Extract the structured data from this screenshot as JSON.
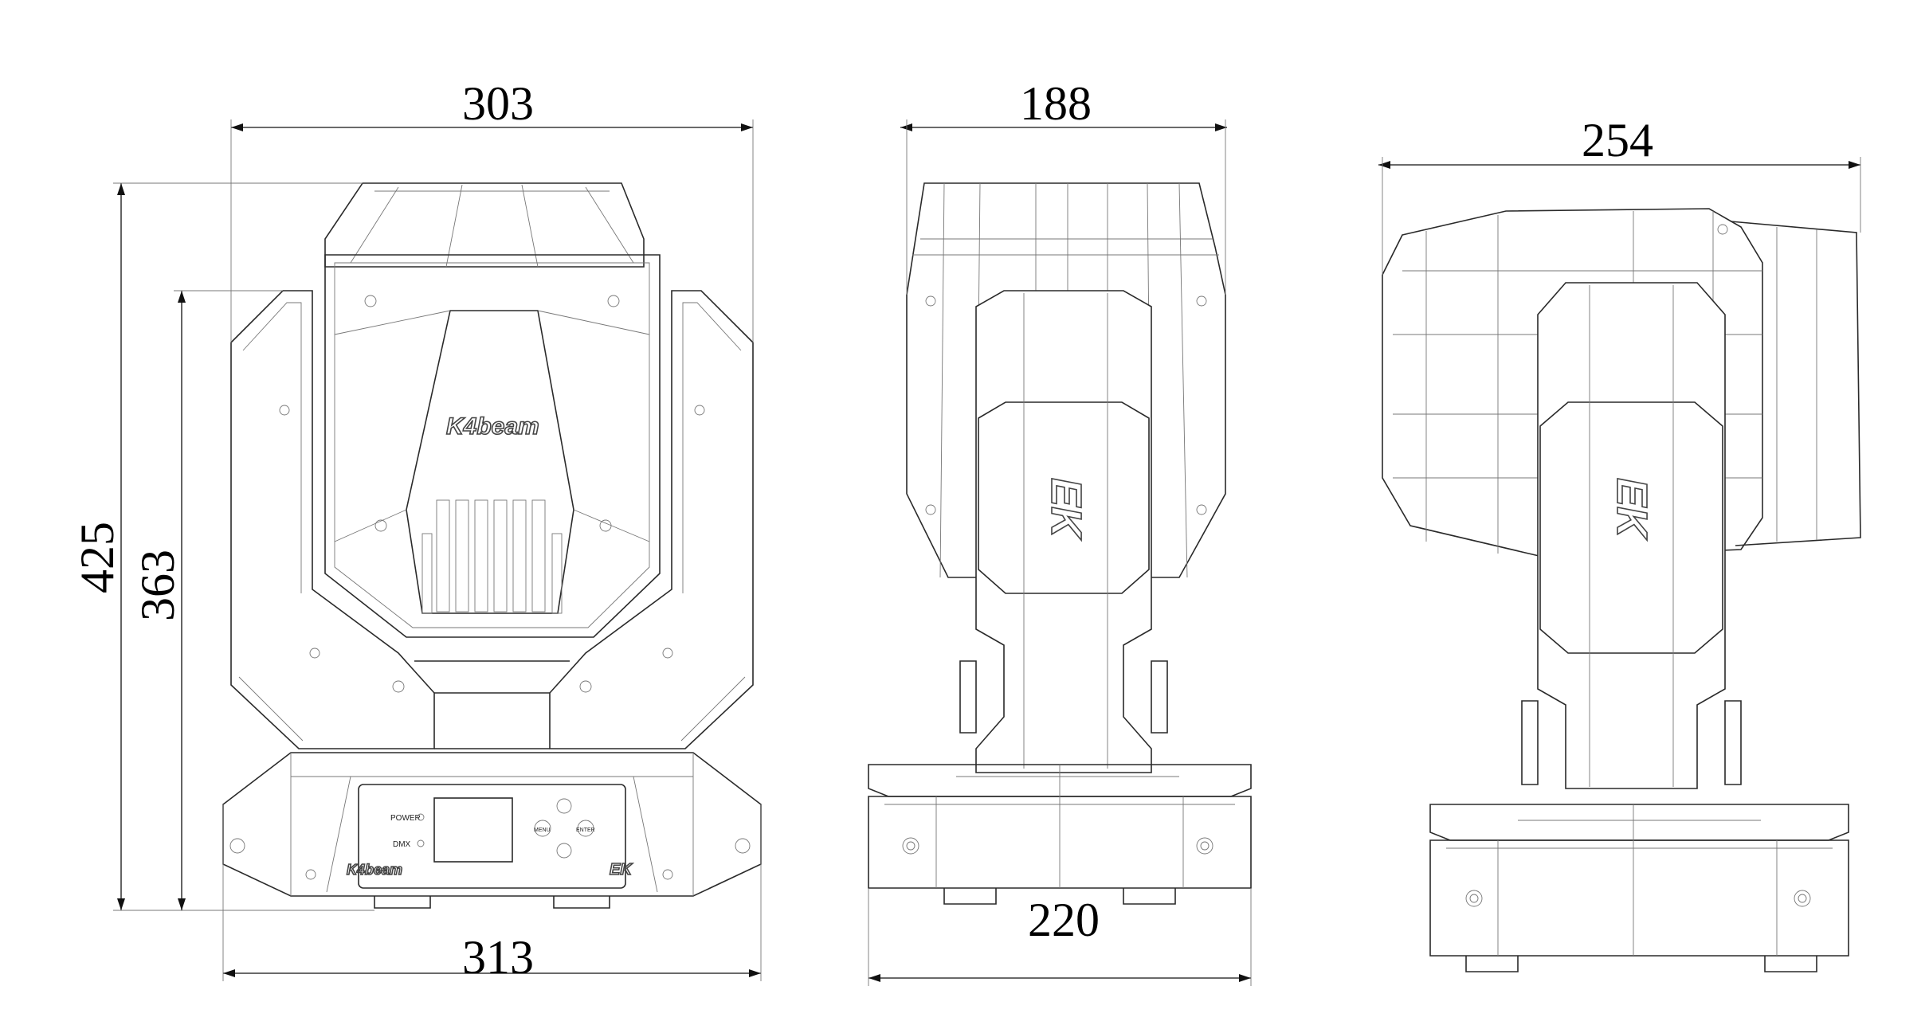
{
  "dimensions": {
    "front_head_width": "303",
    "front_base_width": "313",
    "front_total_height": "425",
    "front_yoke_height": "363",
    "side_head_depth": "188",
    "side_base_depth": "220",
    "tilted_head_length": "254"
  },
  "labels": {
    "front_logo": "K4beam",
    "panel_logo": "K4beam",
    "power_label": "POWER",
    "dmx_label": "DMX",
    "menu_button": "MENU",
    "enter_button": "ENTER",
    "brand_mark_front": "EK",
    "brand_mark_side": "EK",
    "brand_mark_tilted": "EK"
  }
}
